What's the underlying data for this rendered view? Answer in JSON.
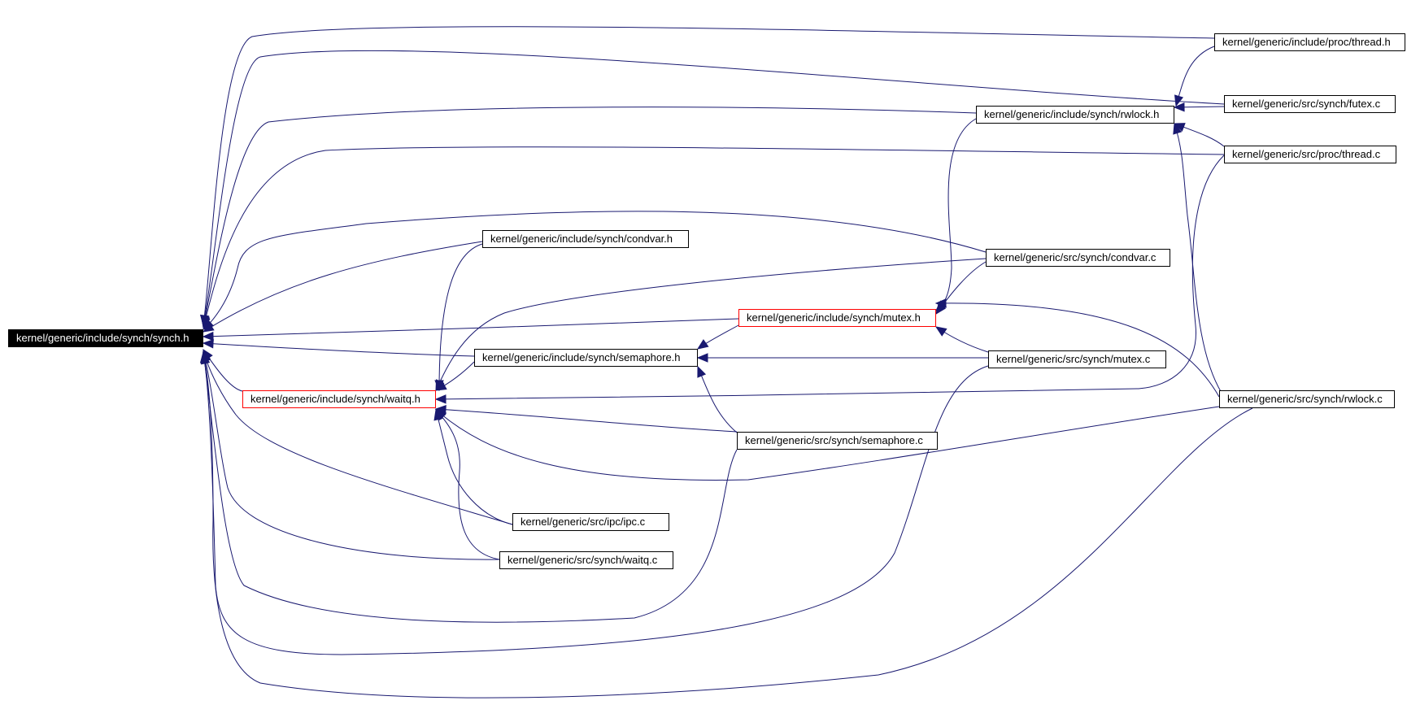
{
  "diagram": {
    "colors": {
      "edge": "#191970",
      "root_fill": "#000000",
      "root_text": "#ffffff",
      "highlight_border": "#ff0000",
      "node_border": "#000000"
    },
    "nodes": [
      {
        "id": "synch_h",
        "label": "kernel/generic/include/synch/synch.h",
        "style": "root"
      },
      {
        "id": "waitq_h",
        "label": "kernel/generic/include/synch/waitq.h",
        "style": "red"
      },
      {
        "id": "condvar_h",
        "label": "kernel/generic/include/synch/condvar.h",
        "style": "normal"
      },
      {
        "id": "semaphore_h",
        "label": "kernel/generic/include/synch/semaphore.h",
        "style": "normal"
      },
      {
        "id": "mutex_h",
        "label": "kernel/generic/include/synch/mutex.h",
        "style": "red"
      },
      {
        "id": "rwlock_h",
        "label": "kernel/generic/include/synch/rwlock.h",
        "style": "normal"
      },
      {
        "id": "ipc_c",
        "label": "kernel/generic/src/ipc/ipc.c",
        "style": "normal"
      },
      {
        "id": "waitq_c",
        "label": "kernel/generic/src/synch/waitq.c",
        "style": "normal"
      },
      {
        "id": "semaphore_c",
        "label": "kernel/generic/src/synch/semaphore.c",
        "style": "normal"
      },
      {
        "id": "condvar_c",
        "label": "kernel/generic/src/synch/condvar.c",
        "style": "normal"
      },
      {
        "id": "mutex_c",
        "label": "kernel/generic/src/synch/mutex.c",
        "style": "normal"
      },
      {
        "id": "thread_h",
        "label": "kernel/generic/include/proc/thread.h",
        "style": "normal"
      },
      {
        "id": "futex_c",
        "label": "kernel/generic/src/synch/futex.c",
        "style": "normal"
      },
      {
        "id": "thread_c",
        "label": "kernel/generic/src/proc/thread.c",
        "style": "normal"
      },
      {
        "id": "rwlock_c",
        "label": "kernel/generic/src/synch/rwlock.c",
        "style": "normal"
      }
    ],
    "edges": [
      {
        "from": "thread_h",
        "to": "synch_h"
      },
      {
        "from": "futex_c",
        "to": "synch_h"
      },
      {
        "from": "rwlock_h",
        "to": "synch_h"
      },
      {
        "from": "thread_c",
        "to": "synch_h"
      },
      {
        "from": "condvar_c",
        "to": "synch_h"
      },
      {
        "from": "condvar_h",
        "to": "synch_h"
      },
      {
        "from": "mutex_h",
        "to": "synch_h"
      },
      {
        "from": "semaphore_h",
        "to": "synch_h"
      },
      {
        "from": "waitq_h",
        "to": "synch_h"
      },
      {
        "from": "ipc_c",
        "to": "synch_h"
      },
      {
        "from": "waitq_c",
        "to": "synch_h"
      },
      {
        "from": "semaphore_c",
        "to": "synch_h"
      },
      {
        "from": "mutex_c",
        "to": "synch_h"
      },
      {
        "from": "rwlock_c",
        "to": "synch_h"
      },
      {
        "from": "thread_h",
        "to": "rwlock_h"
      },
      {
        "from": "futex_c",
        "to": "rwlock_h"
      },
      {
        "from": "thread_c",
        "to": "rwlock_h"
      },
      {
        "from": "rwlock_c",
        "to": "rwlock_h"
      },
      {
        "from": "condvar_c",
        "to": "condvar_h"
      },
      {
        "from": "rwlock_h",
        "to": "mutex_h"
      },
      {
        "from": "condvar_c",
        "to": "mutex_h"
      },
      {
        "from": "mutex_c",
        "to": "mutex_h"
      },
      {
        "from": "rwlock_c",
        "to": "mutex_h"
      },
      {
        "from": "mutex_h",
        "to": "semaphore_h"
      },
      {
        "from": "mutex_c",
        "to": "semaphore_h"
      },
      {
        "from": "semaphore_c",
        "to": "semaphore_h"
      },
      {
        "from": "condvar_h",
        "to": "waitq_h"
      },
      {
        "from": "semaphore_h",
        "to": "waitq_h"
      },
      {
        "from": "condvar_c",
        "to": "waitq_h"
      },
      {
        "from": "thread_c",
        "to": "waitq_h"
      },
      {
        "from": "semaphore_c",
        "to": "waitq_h"
      },
      {
        "from": "rwlock_c",
        "to": "waitq_h"
      },
      {
        "from": "ipc_c",
        "to": "waitq_h"
      },
      {
        "from": "waitq_c",
        "to": "waitq_h"
      }
    ]
  }
}
